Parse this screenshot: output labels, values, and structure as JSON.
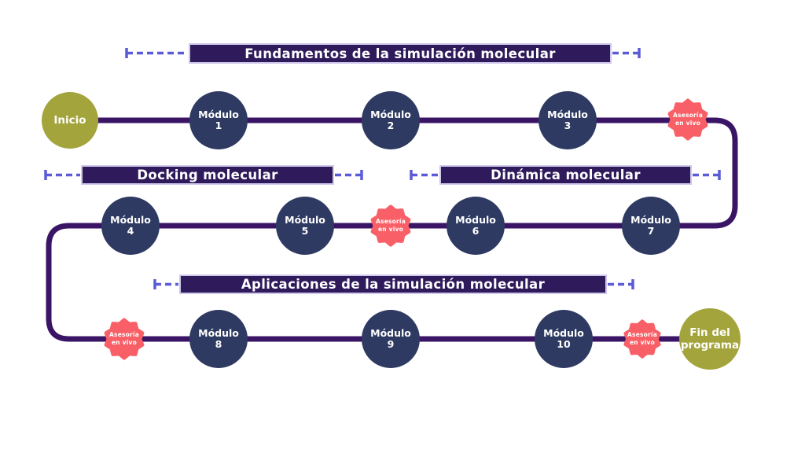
{
  "colors": {
    "module_circle": "#2e3a62",
    "milestone_circle": "#a4a43c",
    "badge_star": "#f95f66",
    "path_line": "#3b1565",
    "section_bar": "#2f1b5c",
    "section_bar_border": "#cfc8ec",
    "dashed_line": "#5b5bd8",
    "text": "#ffffff"
  },
  "sections": [
    {
      "label": "Fundamentos de la simulación molecular"
    },
    {
      "label": "Docking molecular"
    },
    {
      "label": "Dinámica molecular"
    },
    {
      "label": "Aplicaciones de la simulación molecular"
    }
  ],
  "start": {
    "label": "Inicio"
  },
  "end": {
    "line1": "Fin del",
    "line2": "programa"
  },
  "badge": {
    "line1": "Asesoría",
    "line2": "en vivo"
  },
  "modules": [
    {
      "line1": "Módulo",
      "line2": "1"
    },
    {
      "line1": "Módulo",
      "line2": "2"
    },
    {
      "line1": "Módulo",
      "line2": "3"
    },
    {
      "line1": "Módulo",
      "line2": "4"
    },
    {
      "line1": "Módulo",
      "line2": "5"
    },
    {
      "line1": "Módulo",
      "line2": "6"
    },
    {
      "line1": "Módulo",
      "line2": "7"
    },
    {
      "line1": "Módulo",
      "line2": "8"
    },
    {
      "line1": "Módulo",
      "line2": "9"
    },
    {
      "line1": "Módulo",
      "line2": "10"
    }
  ]
}
